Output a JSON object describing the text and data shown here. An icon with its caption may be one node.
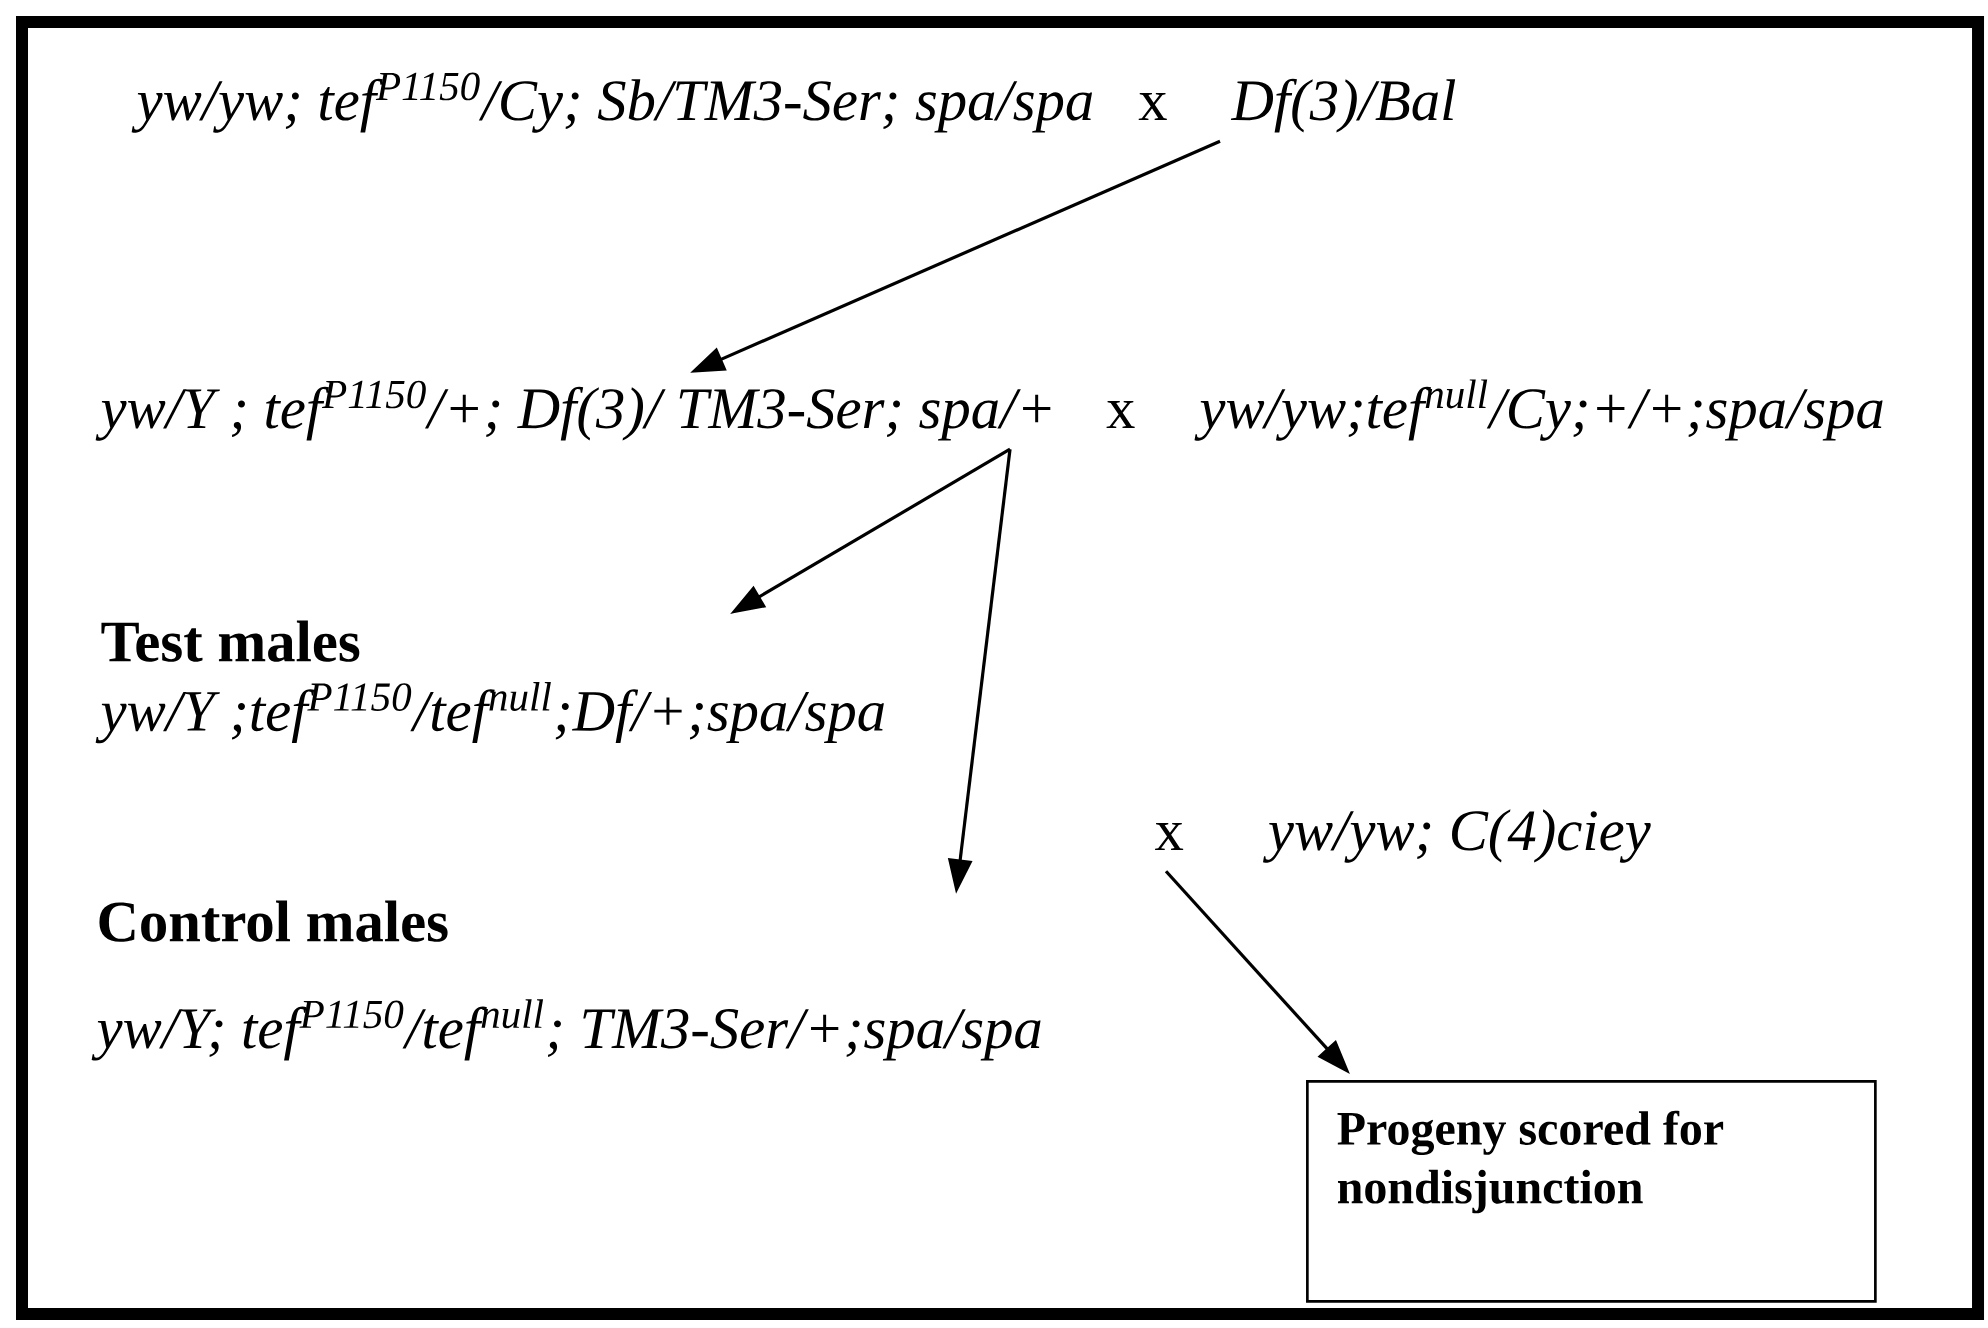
{
  "diagram": {
    "nodes": [
      {
        "text": [
          "yw/yw; tef$^{P1150}$/Cy; Sb/TM3-Ser; spa/spa",
          "x",
          "Df(3)/Bal"
        ]
      },
      {
        "text": [
          "yw/Y ; tef$^{P1150}$/+; Df(3)/ TM3-Ser; spa/+",
          "x",
          "yw/yw;tef$^{null}$/Cy;+/+;spa/spa"
        ]
      },
      {
        "text": [
          "Test males",
          "yw/Y ;tef$^{P1150}$/tef$^{null}$;Df/+;spa/spa"
        ]
      },
      {
        "text": [
          "Control males",
          "yw/Y; tef$^{P1150}$/tef$^{null}$; TM3-Ser/+;spa/spa"
        ]
      },
      {
        "text": [
          "x",
          "yw/yw;  C(4)ciey"
        ]
      },
      {
        "text": [
          "Progeny scored for nondisjunction"
        ]
      }
    ],
    "edges": [
      {
        "from": 0,
        "to": 1,
        "arrow": "to"
      },
      {
        "from": 1,
        "to": 2,
        "arrow": "to"
      },
      {
        "from": 1,
        "to": 3,
        "arrow": "to"
      },
      {
        "from": 4,
        "to": 5,
        "arrow": "to"
      }
    ]
  }
}
